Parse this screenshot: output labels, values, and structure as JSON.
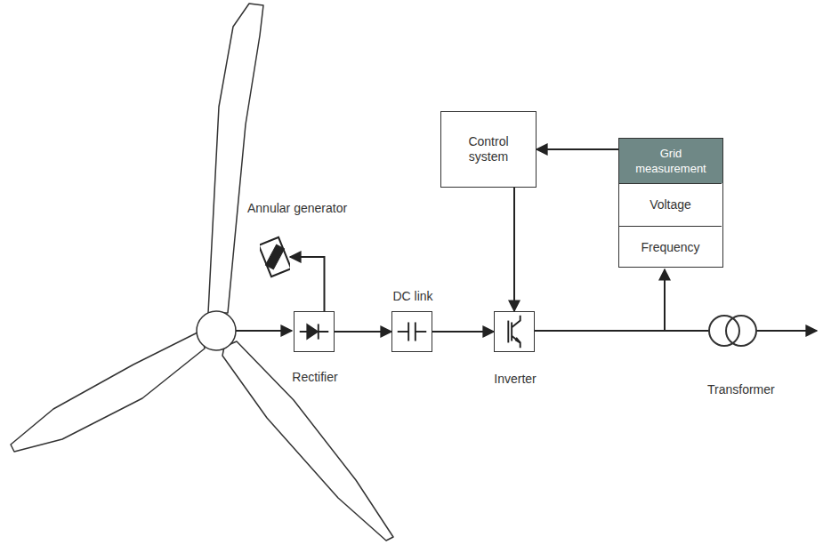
{
  "diagram": {
    "nodes": [
      {
        "text": [
          "Annular generator"
        ]
      },
      {
        "text": [
          "Rectifier"
        ]
      },
      {
        "text": [
          "DC link"
        ]
      },
      {
        "text": [
          "Inverter"
        ]
      },
      {
        "text": [
          "Control system"
        ]
      },
      {
        "text": [
          "Grid measurement"
        ]
      },
      {
        "text": [
          "Voltage"
        ],
        "in": 5
      },
      {
        "text": [
          "Frequency"
        ],
        "in": 5
      }
    ],
    "edges": [
      {
        "from": 1,
        "to": 0,
        "arrow": "to"
      },
      {
        "from": 1,
        "to": 2,
        "arrow": "to"
      },
      {
        "from": 2,
        "to": 3,
        "arrow": "to"
      },
      {
        "from": 4,
        "to": 3,
        "arrow": "to"
      },
      {
        "from": 5,
        "to": 4,
        "arrow": "to"
      }
    ],
    "labels": [
      "Transformer"
    ]
  }
}
